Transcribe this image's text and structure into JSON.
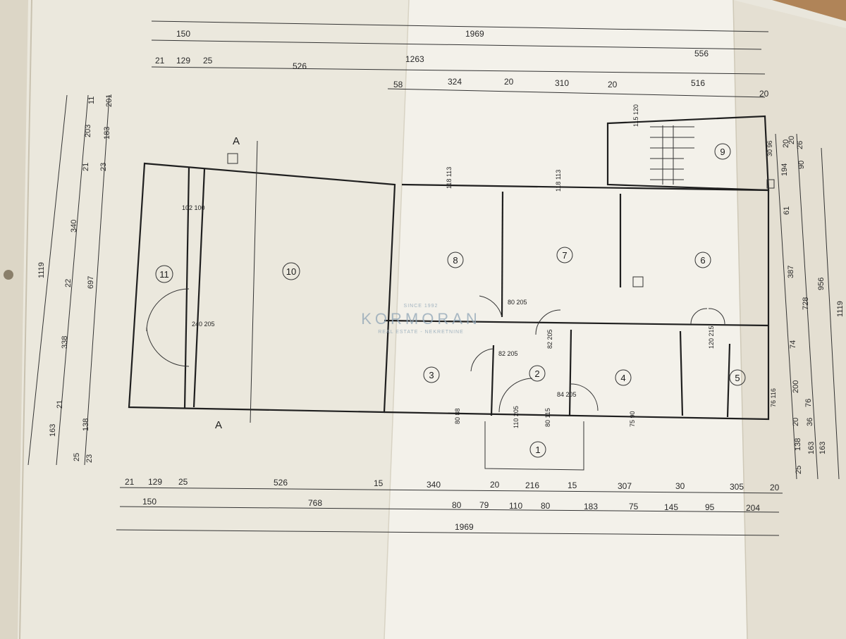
{
  "watermark": {
    "since": "SINCE 1992",
    "brand": "KORMORAN",
    "tagline": "REAL ESTATE - NEKRETNINE"
  },
  "section_marker": {
    "top": "A",
    "bottom": "A"
  },
  "rooms": [
    {
      "id": "room-1",
      "label": "1"
    },
    {
      "id": "room-2",
      "label": "2"
    },
    {
      "id": "room-3",
      "label": "3"
    },
    {
      "id": "room-4",
      "label": "4"
    },
    {
      "id": "room-5",
      "label": "5"
    },
    {
      "id": "room-6",
      "label": "6"
    },
    {
      "id": "room-7",
      "label": "7"
    },
    {
      "id": "room-8",
      "label": "8"
    },
    {
      "id": "room-9",
      "label": "9"
    },
    {
      "id": "room-10",
      "label": "10"
    },
    {
      "id": "room-11",
      "label": "11"
    }
  ],
  "dimensions": {
    "top_row1": [
      "150",
      "1969"
    ],
    "top_row2": [
      "1263",
      "556"
    ],
    "top_row3": [
      "21",
      "129",
      "25",
      "526"
    ],
    "top_row4": [
      "58",
      "324",
      "20",
      "310",
      "20",
      "516",
      "20"
    ],
    "bottom_row1": [
      "21",
      "129",
      "25",
      "526",
      "15",
      "340",
      "20",
      "216",
      "15",
      "307",
      "30",
      "305",
      "20"
    ],
    "bottom_row2": [
      "150",
      "768",
      "80",
      "79",
      "110",
      "80",
      "183",
      "75",
      "145",
      "95",
      "204"
    ],
    "bottom_row3": [
      "1969"
    ],
    "left_outer": [
      "1119",
      "163"
    ],
    "left_mid": [
      "340",
      "22",
      "338",
      "21",
      "25"
    ],
    "left_inner": [
      "203",
      "21",
      "697",
      "138",
      "23"
    ],
    "left_top_stack": [
      "11",
      "183",
      "23",
      "201"
    ],
    "right_col1": [
      "20",
      "194",
      "61",
      "387",
      "74",
      "200",
      "20",
      "138",
      "25"
    ],
    "right_col2": [
      "20",
      "90",
      "728",
      "76",
      "36",
      "163"
    ],
    "right_col3": [
      "26",
      "956",
      "163"
    ],
    "right_col4": [
      "1119"
    ]
  },
  "openings": [
    "115\n120",
    "102\n100",
    "118\n113",
    "118\n113",
    "240\n205",
    "80\n205",
    "82\n205",
    "82\n205",
    "84\n205",
    "120\n215",
    "30\n96",
    "80\n88",
    "110\n205",
    "80\n115",
    "75\n90",
    "76\n116"
  ]
}
